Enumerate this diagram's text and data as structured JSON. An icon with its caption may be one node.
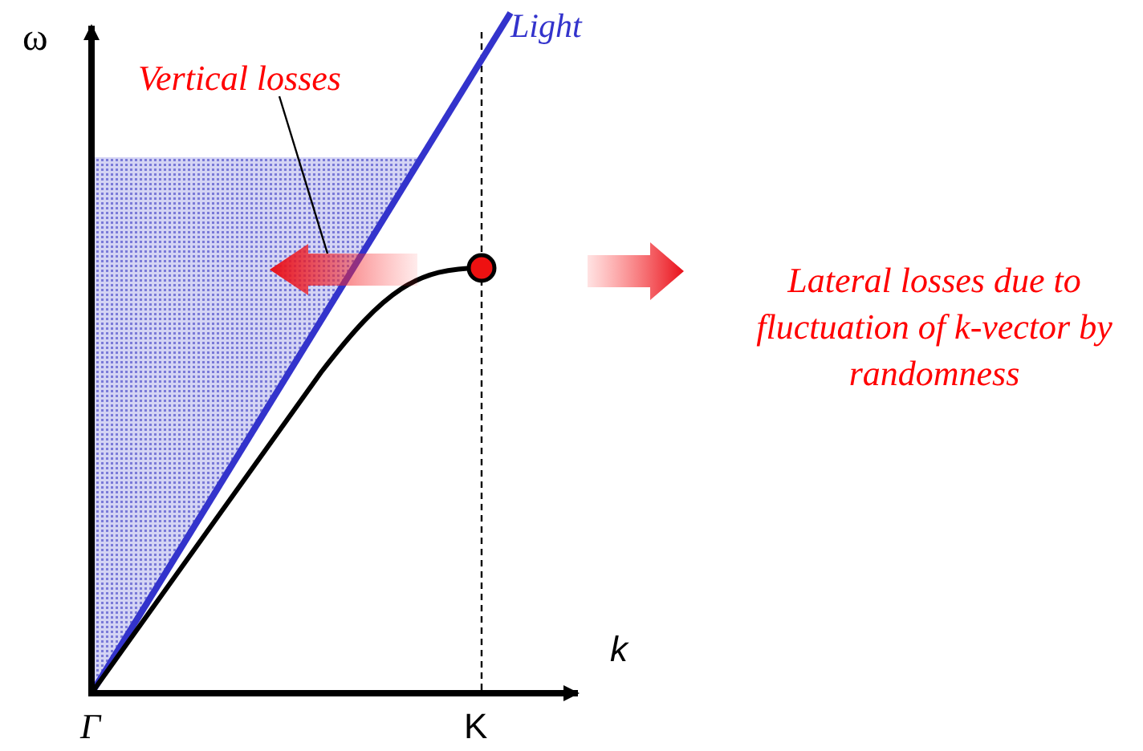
{
  "diagram": {
    "nodes": [
      {
        "text": [
          "Vertical losses"
        ]
      },
      {
        "text": [],
        "shape": "arrow"
      }
    ],
    "edges": [
      {
        "from": 0,
        "to": 1,
        "arrow": "none"
      }
    ],
    "labels": [
      "ω",
      "Light",
      "Lateral losses due to fluctuation of k-vector by randomness",
      "k",
      "Γ",
      "K"
    ]
  }
}
